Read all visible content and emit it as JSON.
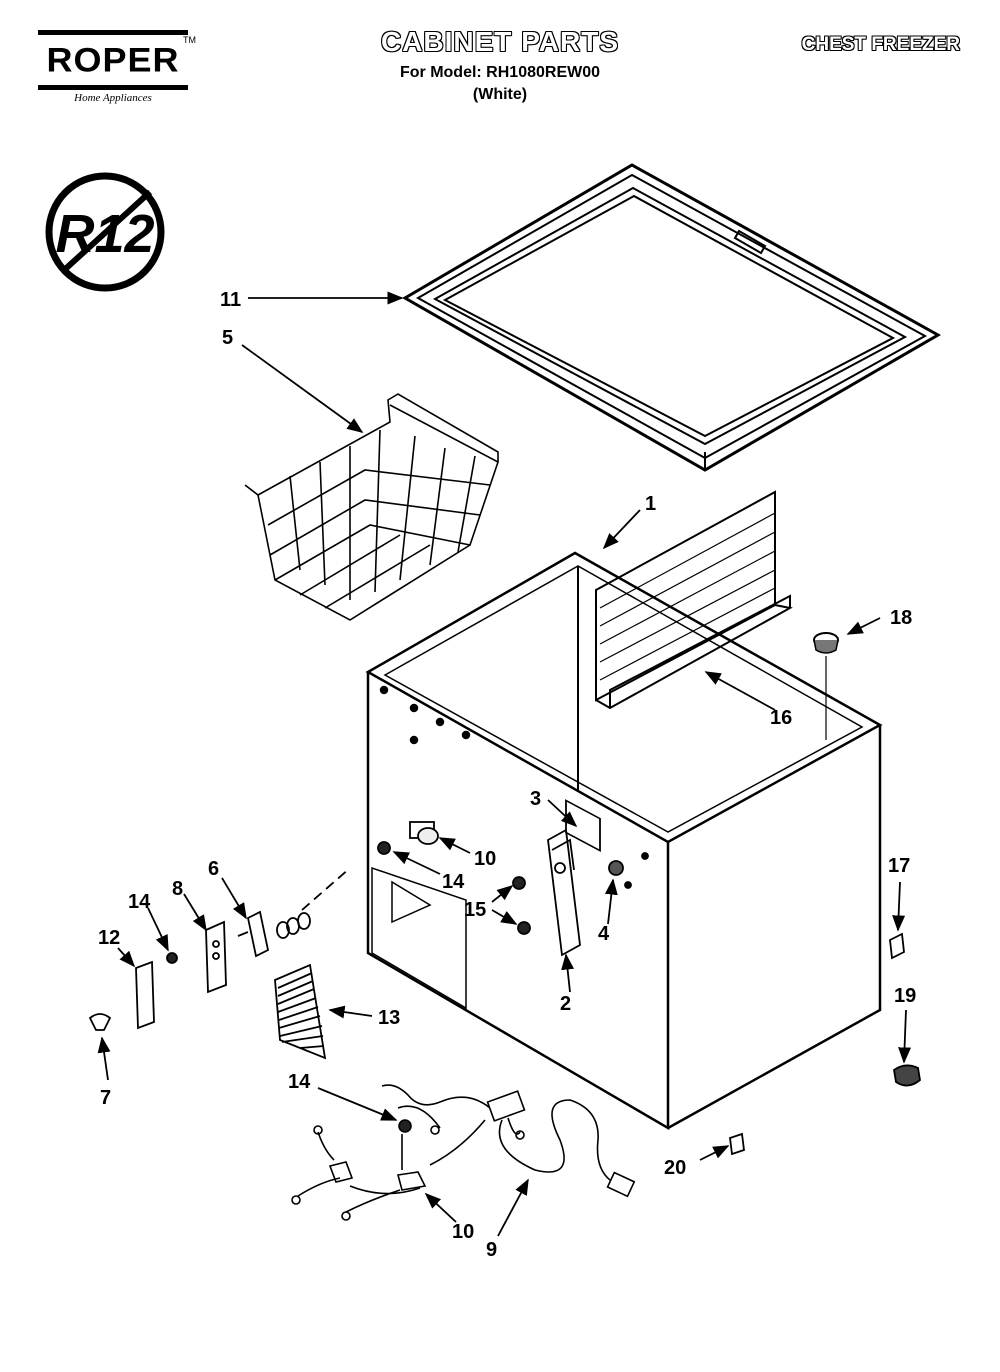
{
  "header": {
    "brand": "ROPER",
    "brand_mark": "TM",
    "brand_sub": "Home Appliances",
    "title": "CABINET PARTS",
    "model_line": "For Model: RH1080REW00",
    "color_line": "(White)",
    "category": "CHEST FREEZER"
  },
  "badge": {
    "text": "R12",
    "icon": "no-r12-refrigerant-icon"
  },
  "callouts": {
    "c1": "1",
    "c2": "2",
    "c3": "3",
    "c4": "4",
    "c5": "5",
    "c6": "6",
    "c7": "7",
    "c8": "8",
    "c9": "9",
    "c10a": "10",
    "c10b": "10",
    "c11": "11",
    "c12": "12",
    "c13": "13",
    "c14a": "14",
    "c14b": "14",
    "c14c": "14",
    "c15": "15",
    "c16": "16",
    "c17": "17",
    "c18": "18",
    "c19": "19",
    "c20": "20"
  }
}
